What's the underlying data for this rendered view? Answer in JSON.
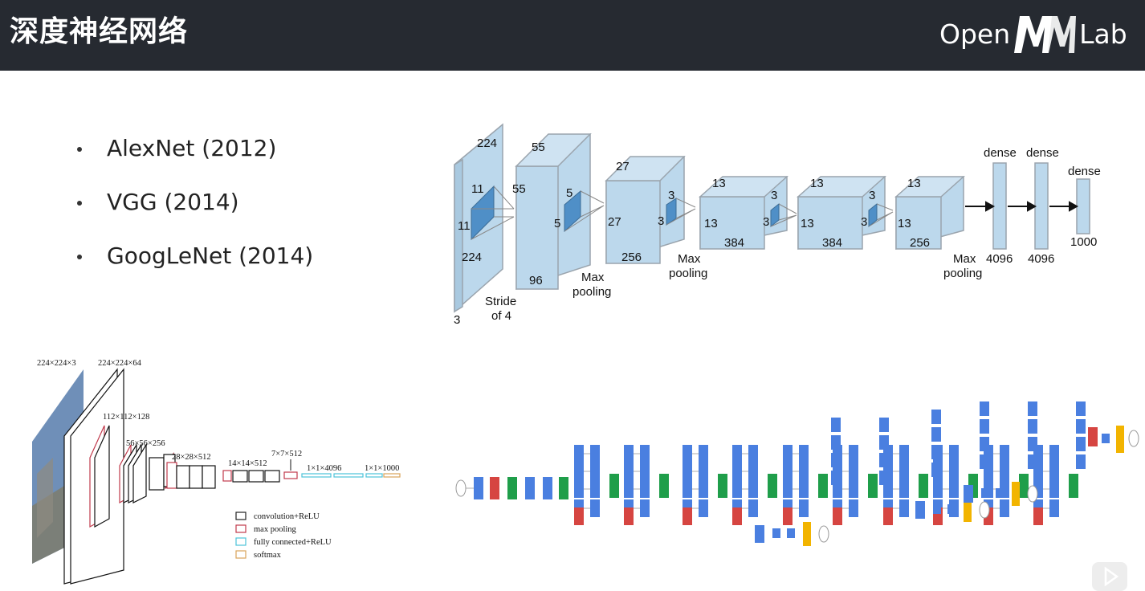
{
  "header": {
    "title": "深度神经网络",
    "logo_left": "Open",
    "logo_right": "Lab"
  },
  "bullets": [
    "AlexNet (2012)",
    "VGG (2014)",
    "GoogLeNet (2014)"
  ],
  "alexnet": {
    "input": {
      "top": "224",
      "k": "11",
      "k2": "11",
      "side": "224",
      "depth": "3",
      "stride": "Stride",
      "stride2": "of 4"
    },
    "conv1": {
      "top": "55",
      "side": "55",
      "k": "5",
      "k2": "5",
      "depth": "96",
      "pool": "Max",
      "pool2": "pooling"
    },
    "conv2": {
      "top": "27",
      "side": "27",
      "k": "3",
      "k2": "3",
      "depth": "256",
      "pool": "Max",
      "pool2": "pooling"
    },
    "conv3": {
      "top": "13",
      "side": "13",
      "k": "3",
      "k2": "3",
      "depth": "384"
    },
    "conv4": {
      "top": "13",
      "side": "13",
      "k": "3",
      "k2": "3",
      "depth": "384"
    },
    "conv5": {
      "top": "13",
      "side": "13",
      "depth": "256",
      "pool": "Max",
      "pool2": "pooling"
    },
    "dense": [
      {
        "label": "dense",
        "size": "4096"
      },
      {
        "label": "dense",
        "size": "4096"
      },
      {
        "label": "dense",
        "size": "1000"
      }
    ]
  },
  "vgg": {
    "sizes": [
      "224×224×3",
      "224×224×64",
      "112×112×128",
      "56×56×256",
      "28×28×512",
      "14×14×512",
      "7×7×512",
      "1×1×4096",
      "1×1×1000"
    ],
    "legend": [
      "convolution+ReLU",
      "max pooling",
      "fully connected+ReLU",
      "softmax"
    ],
    "colors": {
      "conv": "#222222",
      "pool": "#c0394b",
      "fc": "#4cc3d9",
      "softmax": "#d9a45a"
    }
  },
  "googlenet": {
    "colors": {
      "conv": "#4a7fe0",
      "pool": "#d64541",
      "concat": "#1f9e4a",
      "softmax": "#f2b400"
    }
  }
}
